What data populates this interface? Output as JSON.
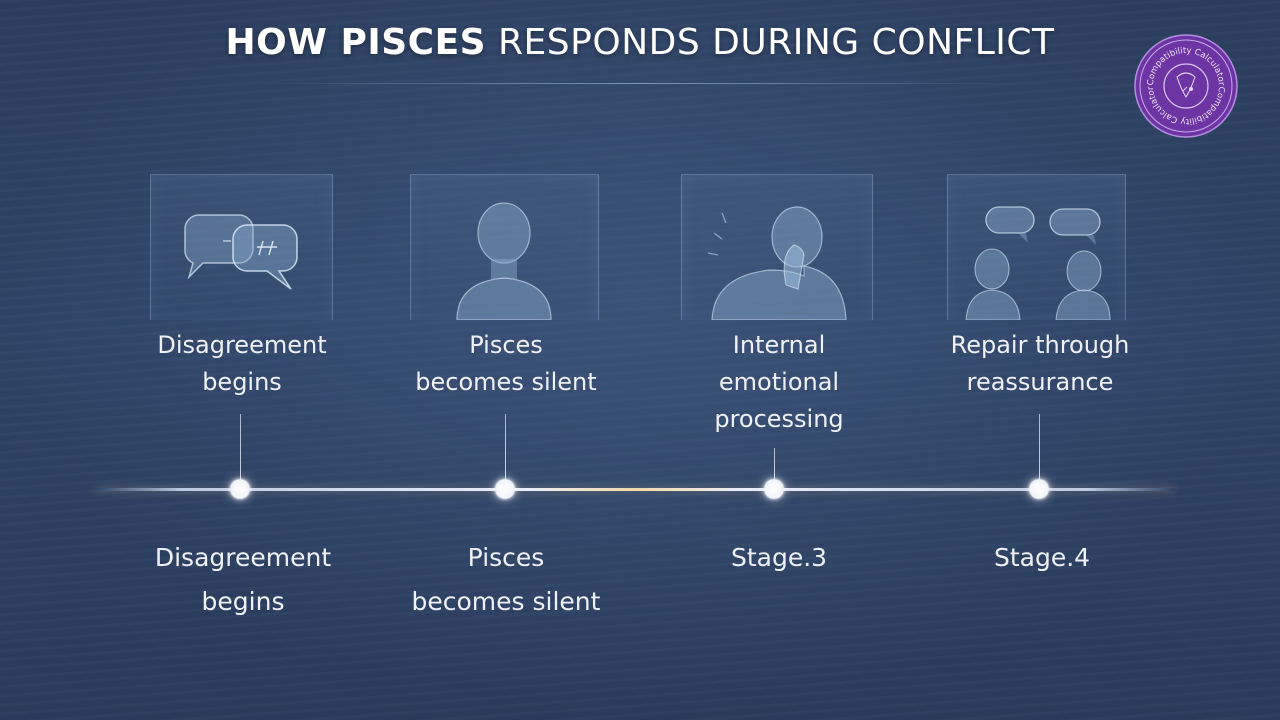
{
  "title": {
    "highlight": "HOW PISCES",
    "rest": " RESPONDS DURING CONFLICT"
  },
  "seal": {
    "text": "Compatibility Calculator",
    "color": "#7b3fb0"
  },
  "stages": [
    {
      "card_icon": "speech-bubbles-icon",
      "label_line1": "Disagreement",
      "label_line2": "begins",
      "label_line3": "",
      "bottom_line1": "Disagreement",
      "bottom_line2": "begins"
    },
    {
      "card_icon": "silent-person-icon",
      "label_line1": "Pisces",
      "label_line2": "becomes silent",
      "label_line3": "",
      "bottom_line1": "Pisces",
      "bottom_line2": "becomes silent"
    },
    {
      "card_icon": "thinking-person-icon",
      "label_line1": "Internal",
      "label_line2": "emotional",
      "label_line3": "processing",
      "bottom_line1": "Stage.3",
      "bottom_line2": ""
    },
    {
      "card_icon": "two-people-talking-icon",
      "label_line1": "Repair through",
      "label_line2": "reassurance",
      "label_line3": "",
      "bottom_line1": "Stage.4",
      "bottom_line2": ""
    }
  ],
  "colors": {
    "background": "#2f4467",
    "text": "#eef2f8",
    "accent_glow": "#f0d9a8",
    "seal_purple": "#7b3fb0"
  }
}
